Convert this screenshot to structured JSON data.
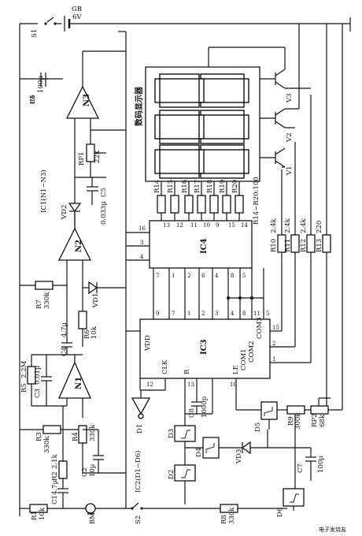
{
  "battery": {
    "name": "GB",
    "value": "6V"
  },
  "switches": {
    "s1": "S1",
    "s2": "S2"
  },
  "mic": "BM",
  "resistors": {
    "r1": [
      "R1",
      "10k"
    ],
    "r2": [
      "R2",
      "2.1k"
    ],
    "r3": [
      "R3",
      "330k"
    ],
    "r4": [
      "R4",
      "330k"
    ],
    "r5": [
      "R5",
      "2.2M"
    ],
    "r6": [
      "R6",
      "10k"
    ],
    "r7": [
      "R7",
      "330k"
    ],
    "r8": [
      "R8",
      "330k"
    ],
    "r9": [
      "R9",
      "300k"
    ],
    "r10": [
      "R10",
      "2.4k"
    ],
    "r11": [
      "R11",
      "2.4k"
    ],
    "r12": [
      "R12",
      "2.4k"
    ],
    "r13": [
      "R13",
      "220"
    ],
    "rp1": [
      "RP1",
      "22k"
    ],
    "rp2": [
      "RP2",
      "68k"
    ],
    "bus": [
      "R14",
      "R15",
      "R16",
      "R17",
      "R18",
      "R19",
      "R20"
    ],
    "bus_note": "R14~R20:100"
  },
  "capacitors": {
    "c1": [
      "C1",
      "4.7µ"
    ],
    "c2": [
      "C2",
      "10µ"
    ],
    "c3": [
      "C3",
      "0.01µ"
    ],
    "c4": [
      "C4",
      "4.7µ"
    ],
    "c5": [
      "C5",
      "0.033µ"
    ],
    "c6": [
      "C6",
      "100µ"
    ],
    "c7": [
      "C7",
      "100µ"
    ],
    "c8": [
      "C8",
      "1000p"
    ]
  },
  "diodes": [
    "VD1",
    "VD2",
    "VD3"
  ],
  "transistors": [
    "V1",
    "V2",
    "V3"
  ],
  "opamps": [
    "N1",
    "N2",
    "N3"
  ],
  "gates": [
    "D1",
    "D2",
    "D3",
    "D4",
    "D5",
    "D6"
  ],
  "ic_notes": {
    "ic1": "IC1(N1~N3)",
    "ic2": "IC2(D1~D6)"
  },
  "display_label": "数码显示器",
  "ic3": {
    "name": "IC3",
    "pins_top": [
      "9",
      "7",
      "1",
      "2",
      "3",
      "4",
      "8",
      "11",
      "5"
    ],
    "vdd": "VDD",
    "clk": "CLK",
    "r": "R",
    "le": "LE",
    "com1": "COM1",
    "com2": "COM2",
    "com3": "COM3",
    "pin_clk": "12",
    "pin_r": "13",
    "pin_le": "10",
    "pin_com3": "15",
    "pin_com2": "2",
    "pin_com1": "1"
  },
  "ic4": {
    "name": "IC4",
    "pins_left": [
      "16",
      "3",
      "4"
    ],
    "pins_bottom": [
      "7",
      "1",
      "2",
      "6",
      "4",
      "8",
      "5"
    ],
    "pins_top": [
      "13",
      "12",
      "11",
      "10",
      "9",
      "15",
      "14"
    ]
  },
  "watermark": "电子发烧友"
}
